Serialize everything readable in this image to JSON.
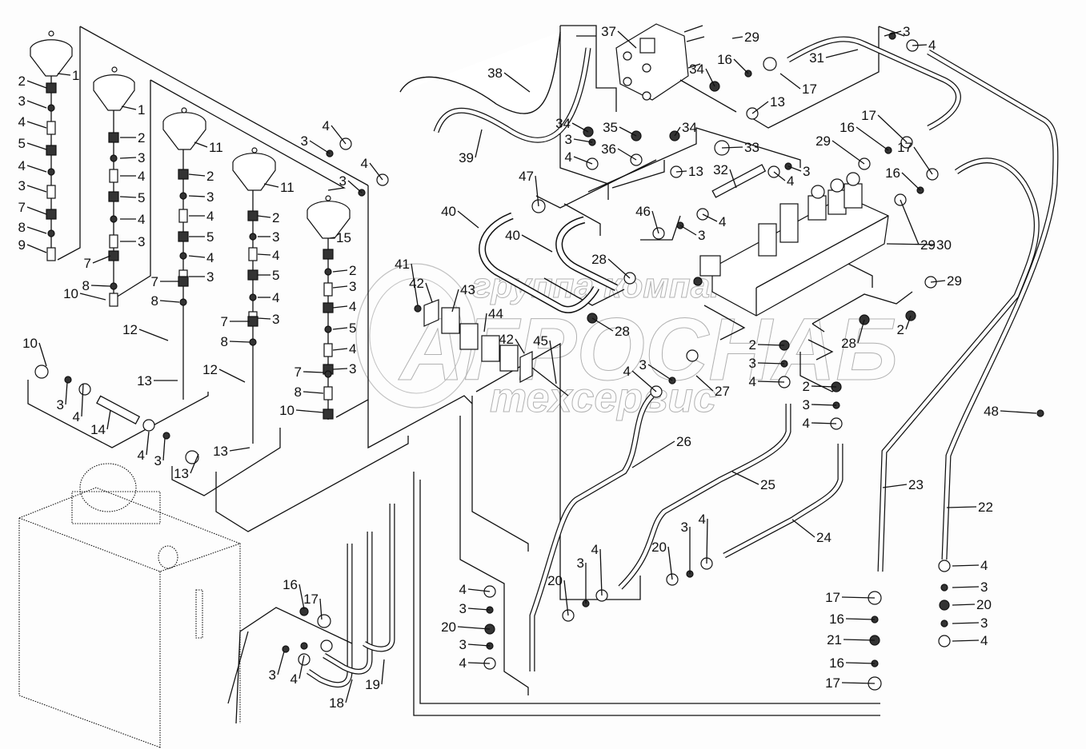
{
  "diagram": {
    "title": "",
    "watermark": {
      "line1": "группа компаний",
      "line2": "АГРОСНАБ",
      "line3": "техсервис"
    },
    "callouts": [
      {
        "id": "c1a",
        "text": "1"
      },
      {
        "id": "c2a",
        "text": "2"
      },
      {
        "id": "c3a",
        "text": "3"
      },
      {
        "id": "c4a",
        "text": "4"
      },
      {
        "id": "c5a",
        "text": "5"
      },
      {
        "id": "c4b",
        "text": "4"
      },
      {
        "id": "c3b",
        "text": "3"
      },
      {
        "id": "c7a",
        "text": "7"
      },
      {
        "id": "c8a",
        "text": "8"
      },
      {
        "id": "c9a",
        "text": "9"
      },
      {
        "id": "c1b",
        "text": "1"
      },
      {
        "id": "c2b",
        "text": "2"
      },
      {
        "id": "c3c",
        "text": "3"
      },
      {
        "id": "c4c",
        "text": "4"
      },
      {
        "id": "c5b",
        "text": "5"
      },
      {
        "id": "c4d",
        "text": "4"
      },
      {
        "id": "c3d",
        "text": "3"
      },
      {
        "id": "c7b",
        "text": "7"
      },
      {
        "id": "c8b",
        "text": "8"
      },
      {
        "id": "c10a",
        "text": "10"
      },
      {
        "id": "c11a",
        "text": "11"
      },
      {
        "id": "c2c",
        "text": "2"
      },
      {
        "id": "c3e",
        "text": "3"
      },
      {
        "id": "c4e",
        "text": "4"
      },
      {
        "id": "c5c",
        "text": "5"
      },
      {
        "id": "c4f",
        "text": "4"
      },
      {
        "id": "c3f",
        "text": "3"
      },
      {
        "id": "c7c",
        "text": "7"
      },
      {
        "id": "c8c",
        "text": "8"
      },
      {
        "id": "c12a",
        "text": "12"
      },
      {
        "id": "c13a",
        "text": "13"
      },
      {
        "id": "c11b",
        "text": "11"
      },
      {
        "id": "c2d",
        "text": "2"
      },
      {
        "id": "c3g",
        "text": "3"
      },
      {
        "id": "c4g",
        "text": "4"
      },
      {
        "id": "c5d",
        "text": "5"
      },
      {
        "id": "c4h",
        "text": "4"
      },
      {
        "id": "c3h",
        "text": "3"
      },
      {
        "id": "c7d",
        "text": "7"
      },
      {
        "id": "c8d",
        "text": "8"
      },
      {
        "id": "c12b",
        "text": "12"
      },
      {
        "id": "c13b",
        "text": "13"
      },
      {
        "id": "c15",
        "text": "15"
      },
      {
        "id": "c2e",
        "text": "2"
      },
      {
        "id": "c3i",
        "text": "3"
      },
      {
        "id": "c4i",
        "text": "4"
      },
      {
        "id": "c5e",
        "text": "5"
      },
      {
        "id": "c4j",
        "text": "4"
      },
      {
        "id": "c3j",
        "text": "3"
      },
      {
        "id": "c7e",
        "text": "7"
      },
      {
        "id": "c8e",
        "text": "8"
      },
      {
        "id": "c10b",
        "text": "10"
      },
      {
        "id": "c10c",
        "text": "10"
      },
      {
        "id": "c3k",
        "text": "3"
      },
      {
        "id": "c4k",
        "text": "4"
      },
      {
        "id": "c14",
        "text": "14"
      },
      {
        "id": "c4l",
        "text": "4"
      },
      {
        "id": "c3l",
        "text": "3"
      },
      {
        "id": "c13c",
        "text": "13"
      },
      {
        "id": "c38",
        "text": "38"
      },
      {
        "id": "c39",
        "text": "39"
      },
      {
        "id": "c3m",
        "text": "3"
      },
      {
        "id": "c4m",
        "text": "4"
      },
      {
        "id": "c3n",
        "text": "3"
      },
      {
        "id": "c4n",
        "text": "4"
      },
      {
        "id": "c37",
        "text": "37"
      },
      {
        "id": "c29a",
        "text": "29"
      },
      {
        "id": "c34a",
        "text": "34"
      },
      {
        "id": "c16a",
        "text": "16"
      },
      {
        "id": "c17a",
        "text": "17"
      },
      {
        "id": "c13d",
        "text": "13"
      },
      {
        "id": "c34b",
        "text": "34"
      },
      {
        "id": "c3o",
        "text": "3"
      },
      {
        "id": "c4o",
        "text": "4"
      },
      {
        "id": "c35",
        "text": "35"
      },
      {
        "id": "c36",
        "text": "36"
      },
      {
        "id": "c34c",
        "text": "34"
      },
      {
        "id": "c13e",
        "text": "13"
      },
      {
        "id": "c33",
        "text": "33"
      },
      {
        "id": "c47",
        "text": "47"
      },
      {
        "id": "c32",
        "text": "32"
      },
      {
        "id": "c4p",
        "text": "4"
      },
      {
        "id": "c3p",
        "text": "3"
      },
      {
        "id": "c46",
        "text": "46"
      },
      {
        "id": "c3q",
        "text": "3"
      },
      {
        "id": "c4q",
        "text": "4"
      },
      {
        "id": "c40a",
        "text": "40"
      },
      {
        "id": "c40b",
        "text": "40"
      },
      {
        "id": "c28a",
        "text": "28"
      },
      {
        "id": "c28b",
        "text": "28"
      },
      {
        "id": "c31",
        "text": "31"
      },
      {
        "id": "c3r",
        "text": "3"
      },
      {
        "id": "c4r",
        "text": "4"
      },
      {
        "id": "c29b",
        "text": "29"
      },
      {
        "id": "c16b",
        "text": "16"
      },
      {
        "id": "c17b",
        "text": "17"
      },
      {
        "id": "c17c",
        "text": "17"
      },
      {
        "id": "c16c",
        "text": "16"
      },
      {
        "id": "c29c",
        "text": "29"
      },
      {
        "id": "c30",
        "text": "30"
      },
      {
        "id": "c29d",
        "text": "29"
      },
      {
        "id": "c2f",
        "text": "2"
      },
      {
        "id": "c28c",
        "text": "28"
      },
      {
        "id": "c41",
        "text": "41"
      },
      {
        "id": "c42a",
        "text": "42"
      },
      {
        "id": "c43",
        "text": "43"
      },
      {
        "id": "c44",
        "text": "44"
      },
      {
        "id": "c42b",
        "text": "42"
      },
      {
        "id": "c45",
        "text": "45"
      },
      {
        "id": "c2g",
        "text": "2"
      },
      {
        "id": "c3s",
        "text": "3"
      },
      {
        "id": "c4s",
        "text": "4"
      },
      {
        "id": "c3t",
        "text": "3"
      },
      {
        "id": "c4t",
        "text": "4"
      },
      {
        "id": "c27",
        "text": "27"
      },
      {
        "id": "c2h",
        "text": "2"
      },
      {
        "id": "c3u",
        "text": "3"
      },
      {
        "id": "c4u",
        "text": "4"
      },
      {
        "id": "c48",
        "text": "48"
      },
      {
        "id": "c26",
        "text": "26"
      },
      {
        "id": "c25",
        "text": "25"
      },
      {
        "id": "c24",
        "text": "24"
      },
      {
        "id": "c23",
        "text": "23"
      },
      {
        "id": "c22",
        "text": "22"
      },
      {
        "id": "c20a",
        "text": "20"
      },
      {
        "id": "c3v",
        "text": "3"
      },
      {
        "id": "c4v",
        "text": "4"
      },
      {
        "id": "c20b",
        "text": "20"
      },
      {
        "id": "c3w",
        "text": "3"
      },
      {
        "id": "c4w",
        "text": "4"
      },
      {
        "id": "c4x",
        "text": "4"
      },
      {
        "id": "c3x",
        "text": "3"
      },
      {
        "id": "c20c",
        "text": "20"
      },
      {
        "id": "c3y",
        "text": "3"
      },
      {
        "id": "c4y",
        "text": "4"
      },
      {
        "id": "c17d",
        "text": "17"
      },
      {
        "id": "c16d",
        "text": "16"
      },
      {
        "id": "c21",
        "text": "21"
      },
      {
        "id": "c16e",
        "text": "16"
      },
      {
        "id": "c17e",
        "text": "17"
      },
      {
        "id": "c4z",
        "text": "4"
      },
      {
        "id": "c3z",
        "text": "3"
      },
      {
        "id": "c20d",
        "text": "20"
      },
      {
        "id": "c3aa",
        "text": "3"
      },
      {
        "id": "c4aa",
        "text": "4"
      },
      {
        "id": "c16f",
        "text": "16"
      },
      {
        "id": "c17f",
        "text": "17"
      },
      {
        "id": "c3ab",
        "text": "3"
      },
      {
        "id": "c4ab",
        "text": "4"
      },
      {
        "id": "c18",
        "text": "18"
      },
      {
        "id": "c19",
        "text": "19"
      }
    ]
  }
}
